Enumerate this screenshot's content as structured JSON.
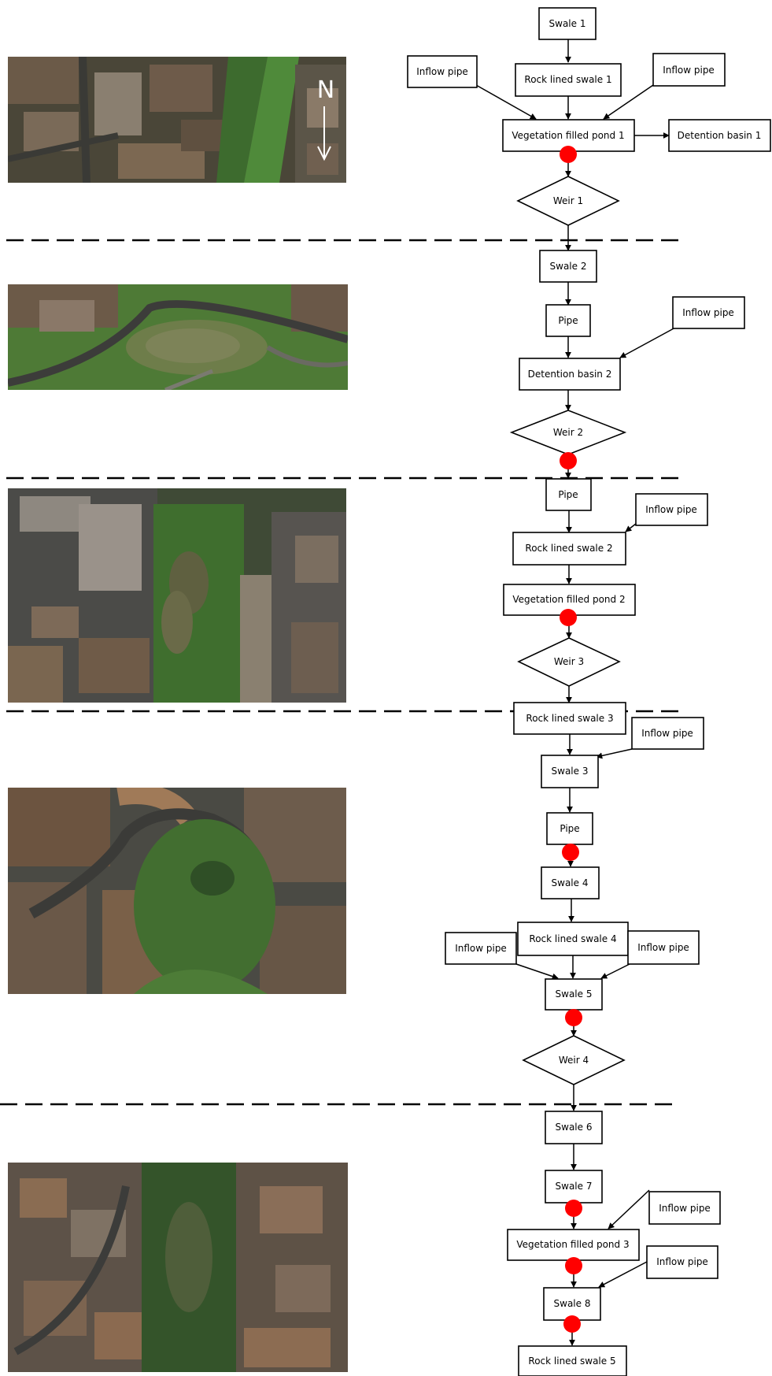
{
  "diagram": {
    "compass": {
      "label": "N",
      "icon": "north-arrow-icon"
    },
    "photos": [
      {
        "name": "aerial-photo-1",
        "icon": "aerial-photo"
      },
      {
        "name": "aerial-photo-2",
        "icon": "aerial-photo"
      },
      {
        "name": "aerial-photo-3",
        "icon": "aerial-photo"
      },
      {
        "name": "aerial-photo-4",
        "icon": "aerial-photo"
      },
      {
        "name": "aerial-photo-5",
        "icon": "aerial-photo"
      }
    ],
    "nodes": {
      "swale1": "Swale 1",
      "inflow1a": "Inflow pipe",
      "rockswale1": "Rock lined swale 1",
      "inflow1b": "Inflow pipe",
      "pond1": "Vegetation filled pond 1",
      "detention1": "Detention basin 1",
      "weir1": "Weir 1",
      "swale2": "Swale 2",
      "pipe1": "Pipe",
      "inflow2": "Inflow pipe",
      "detention2": "Detention basin 2",
      "weir2": "Weir 2",
      "pipe2": "Pipe",
      "inflow3": "Inflow pipe",
      "rockswale2": "Rock lined swale 2",
      "pond2": "Vegetation filled pond 2",
      "weir3": "Weir 3",
      "rockswale3": "Rock lined swale 3",
      "inflow4": "Inflow pipe",
      "swale3": "Swale 3",
      "pipe3": "Pipe",
      "swale4": "Swale 4",
      "inflow5a": "Inflow pipe",
      "rockswale4": "Rock lined swale 4",
      "inflow5b": "Inflow pipe",
      "swale5": "Swale 5",
      "weir4": "Weir 4",
      "swale6": "Swale 6",
      "swale7": "Swale 7",
      "inflow6": "Inflow pipe",
      "pond3": "Vegetation filled pond 3",
      "inflow7": "Inflow pipe",
      "swale8": "Swale 8",
      "rockswale5": "Rock lined swale 5"
    },
    "sampling_point_color": "#ff0000",
    "sampling_point_icon": "red-dot-icon"
  }
}
